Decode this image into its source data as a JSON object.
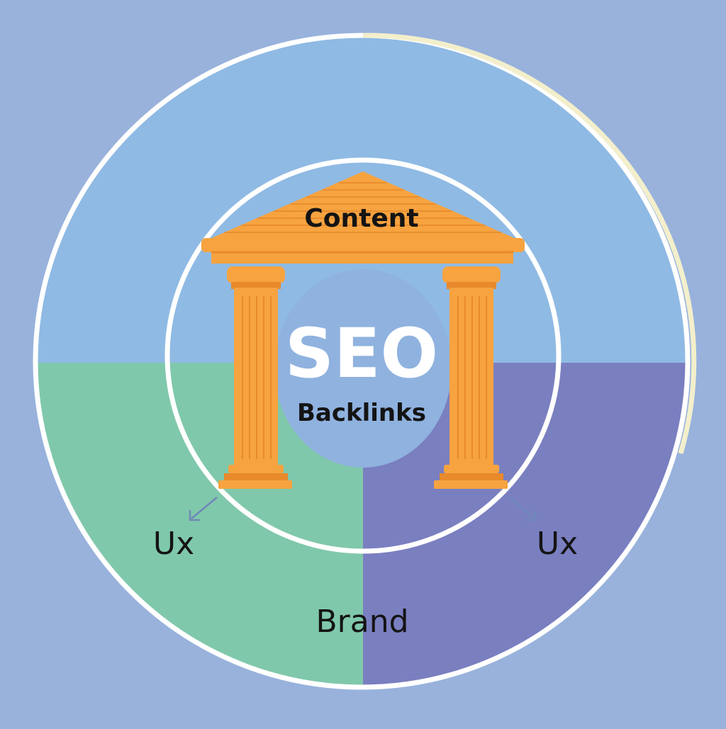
{
  "diagram": {
    "center_title": "SEO",
    "center_subtitle": "Backlinks",
    "roof_label": "Content",
    "left_label": "Ux",
    "right_label": "Ux",
    "bottom_label": "Brand"
  },
  "colors": {
    "background": "#98b2dc",
    "top_half": "#8fbae4",
    "bottom_left": "#80c8ab",
    "bottom_right": "#7a7fc0",
    "inner_disc": "#8fb2df",
    "temple": "#f6a340",
    "temple_shadow": "#e88a2c",
    "ring": "#ffffff",
    "ring_accent": "#f3efcc"
  },
  "icons": {
    "temple": "temple-pillars-icon",
    "arrow_left": "arrow-down-left-icon",
    "arrow_right": "arrow-down-right-icon"
  }
}
